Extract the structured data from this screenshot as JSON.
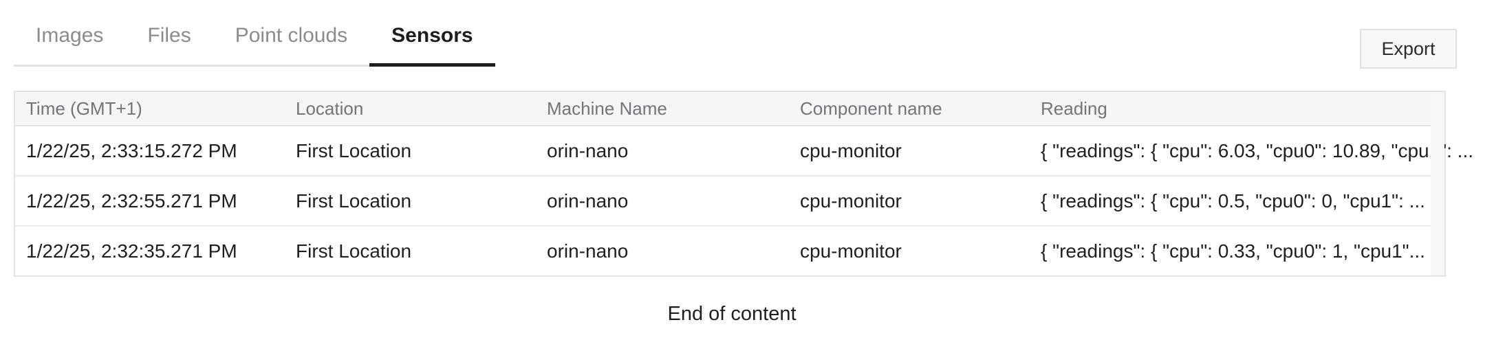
{
  "tabs": [
    {
      "label": "Images"
    },
    {
      "label": "Files"
    },
    {
      "label": "Point clouds"
    },
    {
      "label": "Sensors"
    }
  ],
  "active_tab": "Sensors",
  "toolbar": {
    "export_label": "Export"
  },
  "table": {
    "columns": [
      "Time (GMT+1)",
      "Location",
      "Machine Name",
      "Component name",
      "Reading"
    ],
    "rows": [
      {
        "time": "1/22/25, 2:33:15.272 PM",
        "location": "First Location",
        "machine": "orin-nano",
        "component": "cpu-monitor",
        "reading": "{ \"readings\": { \"cpu\": 6.03, \"cpu0\": 10.89, \"cpu1\": ..."
      },
      {
        "time": "1/22/25, 2:32:55.271 PM",
        "location": "First Location",
        "machine": "orin-nano",
        "component": "cpu-monitor",
        "reading": "{ \"readings\": { \"cpu\": 0.5, \"cpu0\": 0, \"cpu1\": ..."
      },
      {
        "time": "1/22/25, 2:32:35.271 PM",
        "location": "First Location",
        "machine": "orin-nano",
        "component": "cpu-monitor",
        "reading": "{ \"readings\": { \"cpu\": 0.33, \"cpu0\": 1, \"cpu1\"..."
      }
    ]
  },
  "footer": {
    "end_text": "End of content"
  },
  "colors": {
    "active_tab": "#1c1c1c",
    "inactive_tab": "#8b8b8b",
    "header_bg": "#f6f6f7",
    "header_text": "#74747a",
    "border": "#e3e3e3"
  }
}
